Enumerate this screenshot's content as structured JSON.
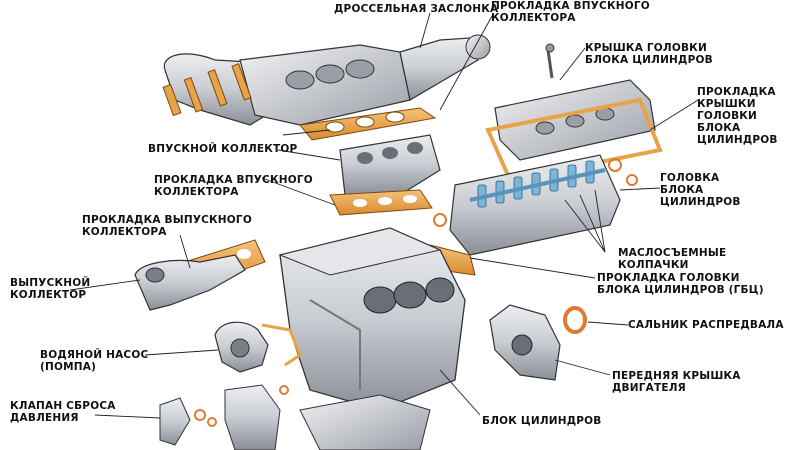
{
  "labels": {
    "throttle": "ДРОССЕЛЬНАЯ ЗАСЛОНКА",
    "intake_gasket_top": "ПРОКЛАДКА ВПУСКНОГО\nКОЛЛЕКТОРА",
    "valve_cover": "КРЫШКА ГОЛОВКИ\nБЛОКА ЦИЛИНДРОВ",
    "valve_cover_gasket": "ПРОКЛАДКА\nКРЫШКИ\nГОЛОВКИ\nБЛОКА\nЦИЛИНДРОВ",
    "intake_manifold": "ВПУСКНОЙ КОЛЛЕКТОР",
    "intake_gasket_mid": "ПРОКЛАДКА ВПУСКНОГО\nКОЛЛЕКТОРА",
    "cylinder_head": "ГОЛОВКА\nБЛОКА\nЦИЛИНДРОВ",
    "exhaust_gasket": "ПРОКЛАДКА ВЫПУСКНОГО\nКОЛЛЕКТОРА",
    "valve_seals": "МАСЛОСЪЕМНЫЕ КОЛПАЧКИ",
    "exhaust_manifold": "ВЫПУСКНОЙ\nКОЛЛЕКТОР",
    "head_gasket": "ПРОКЛАДКА ГОЛОВКИ\nБЛОКА ЦИЛИНДРОВ (ГБЦ)",
    "cam_seal": "САЛЬНИК РАСПРЕДВАЛА",
    "water_pump": "ВОДЯНОЙ НАСОС\n(ПОМПА)",
    "front_cover": "ПЕРЕДНЯЯ КРЫШКА ДВИГАТЕЛЯ",
    "relief_valve": "КЛАПАН СБРОСА\nДАВЛЕНИЯ",
    "engine_block": "БЛОК ЦИЛИНДРОВ"
  },
  "colors": {
    "metal": "#c9ccd2",
    "metal_dark": "#8a8e96",
    "gasket": "#e8a34a",
    "valves": "#7ab6d8",
    "seal_ring": "#e07a30",
    "line": "#222222"
  }
}
